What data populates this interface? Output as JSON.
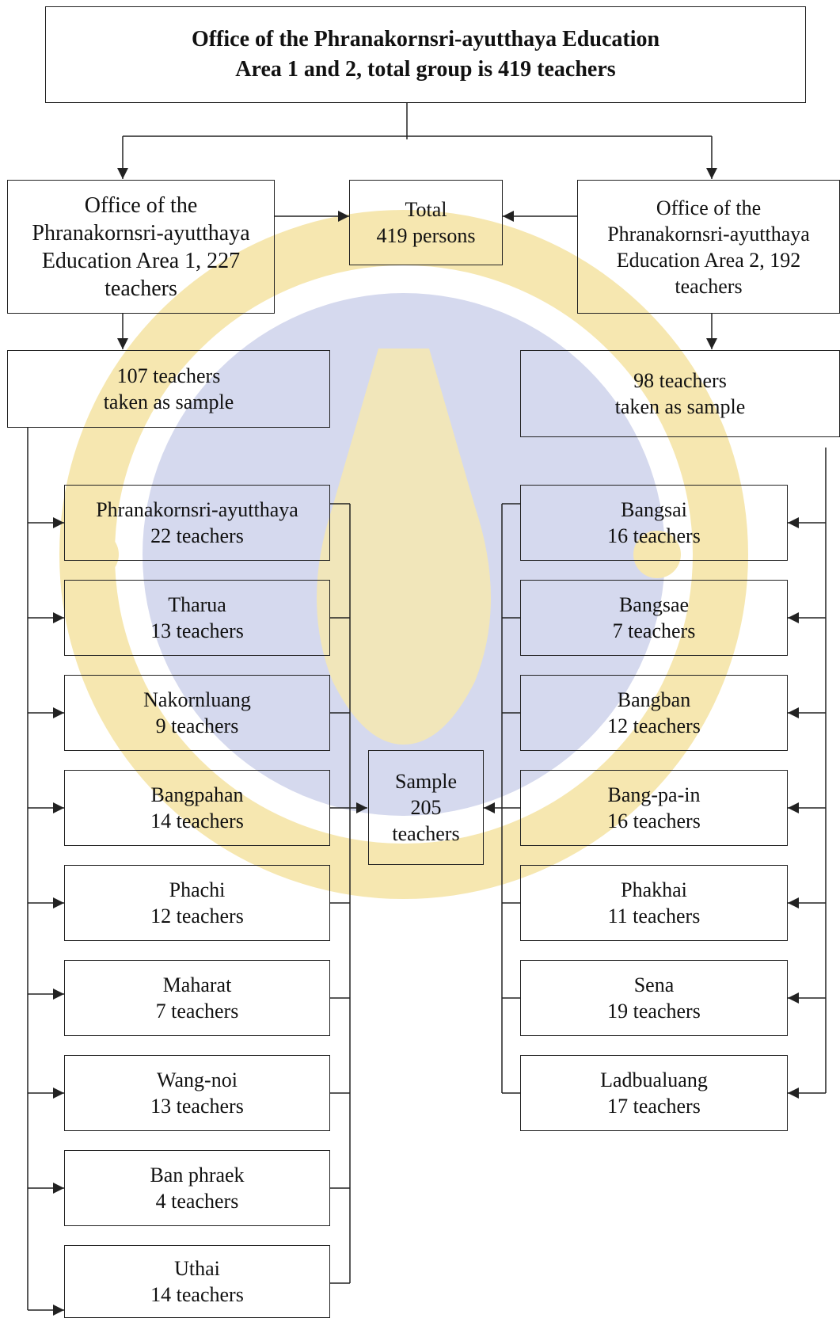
{
  "top": {
    "line1": "Office of the Phranakornsri-ayutthaya Education",
    "line2": "Area 1 and 2, total group is 419 teachers"
  },
  "area1": {
    "line1": "Office of the",
    "line2": "Phranakornsri-ayutthaya",
    "line3": "Education Area 1, 227",
    "line4": "teachers"
  },
  "area2": {
    "line1": "Office of the",
    "line2": "Phranakornsri-ayutthaya",
    "line3": "Education Area 2, 192",
    "line4": "teachers"
  },
  "total": {
    "line1": "Total",
    "line2": "419 persons"
  },
  "sample1": {
    "line1": "107 teachers",
    "line2": "taken as sample"
  },
  "sample2": {
    "line1": "98 teachers",
    "line2": "taken as sample"
  },
  "sample_total": {
    "line1": "Sample",
    "line2": "205",
    "line3": "teachers"
  },
  "left_districts": [
    {
      "name": "Phranakornsri-ayutthaya",
      "count": "22 teachers"
    },
    {
      "name": "Tharua",
      "count": "13 teachers"
    },
    {
      "name": "Nakornluang",
      "count": "9 teachers"
    },
    {
      "name": "Bangpahan",
      "count": "14 teachers"
    },
    {
      "name": "Phachi",
      "count": "12 teachers"
    },
    {
      "name": "Maharat",
      "count": "7 teachers"
    },
    {
      "name": "Wang-noi",
      "count": "13 teachers"
    },
    {
      "name": "Ban phraek",
      "count": "4 teachers"
    },
    {
      "name": "Uthai",
      "count": "14 teachers"
    }
  ],
  "right_districts": [
    {
      "name": "Bangsai",
      "count": "16 teachers"
    },
    {
      "name": "Bangsae",
      "count": "7 teachers"
    },
    {
      "name": "Bangban",
      "count": "12 teachers"
    },
    {
      "name": "Bang-pa-in",
      "count": "16 teachers"
    },
    {
      "name": "Phakhai",
      "count": "11 teachers"
    },
    {
      "name": "Sena",
      "count": "19 teachers"
    },
    {
      "name": "Ladbualuang",
      "count": "17 teachers"
    }
  ],
  "colors": {
    "line": "#222222",
    "watermark_blue": "#d5d9ee",
    "watermark_gold": "#f6e7b0"
  }
}
